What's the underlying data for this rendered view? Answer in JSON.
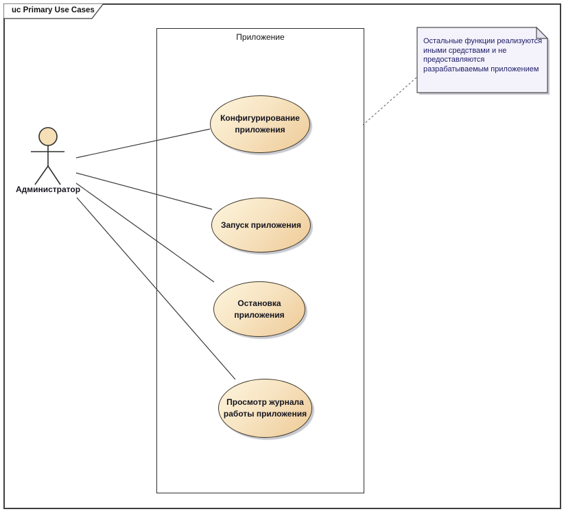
{
  "frame": {
    "label": "uc Primary Use Cases"
  },
  "boundary": {
    "label": "Приложение"
  },
  "actor": {
    "label": "Администратор"
  },
  "use_cases": [
    {
      "label": "Конфигурирование\nприложения"
    },
    {
      "label": "Запуск приложения"
    },
    {
      "label": "Остановка\nприложения"
    },
    {
      "label": "Просмотр журнала\nработы приложения"
    }
  ],
  "note": {
    "text": "Остальные функции реализуются\nиными средствами и не\nпредоставляются\nразрабатываемым приложением"
  },
  "colors": {
    "ellipse_fill_start": "#fdf5dd",
    "ellipse_fill_end": "#eeca96",
    "ellipse_border": "#3e3526",
    "note_fill": "#f4f2fb",
    "note_fold": "#e6e2f2",
    "note_text": "#1b1b65",
    "connector": "#3a3a3a",
    "frame_border": "#3f3f3f"
  }
}
